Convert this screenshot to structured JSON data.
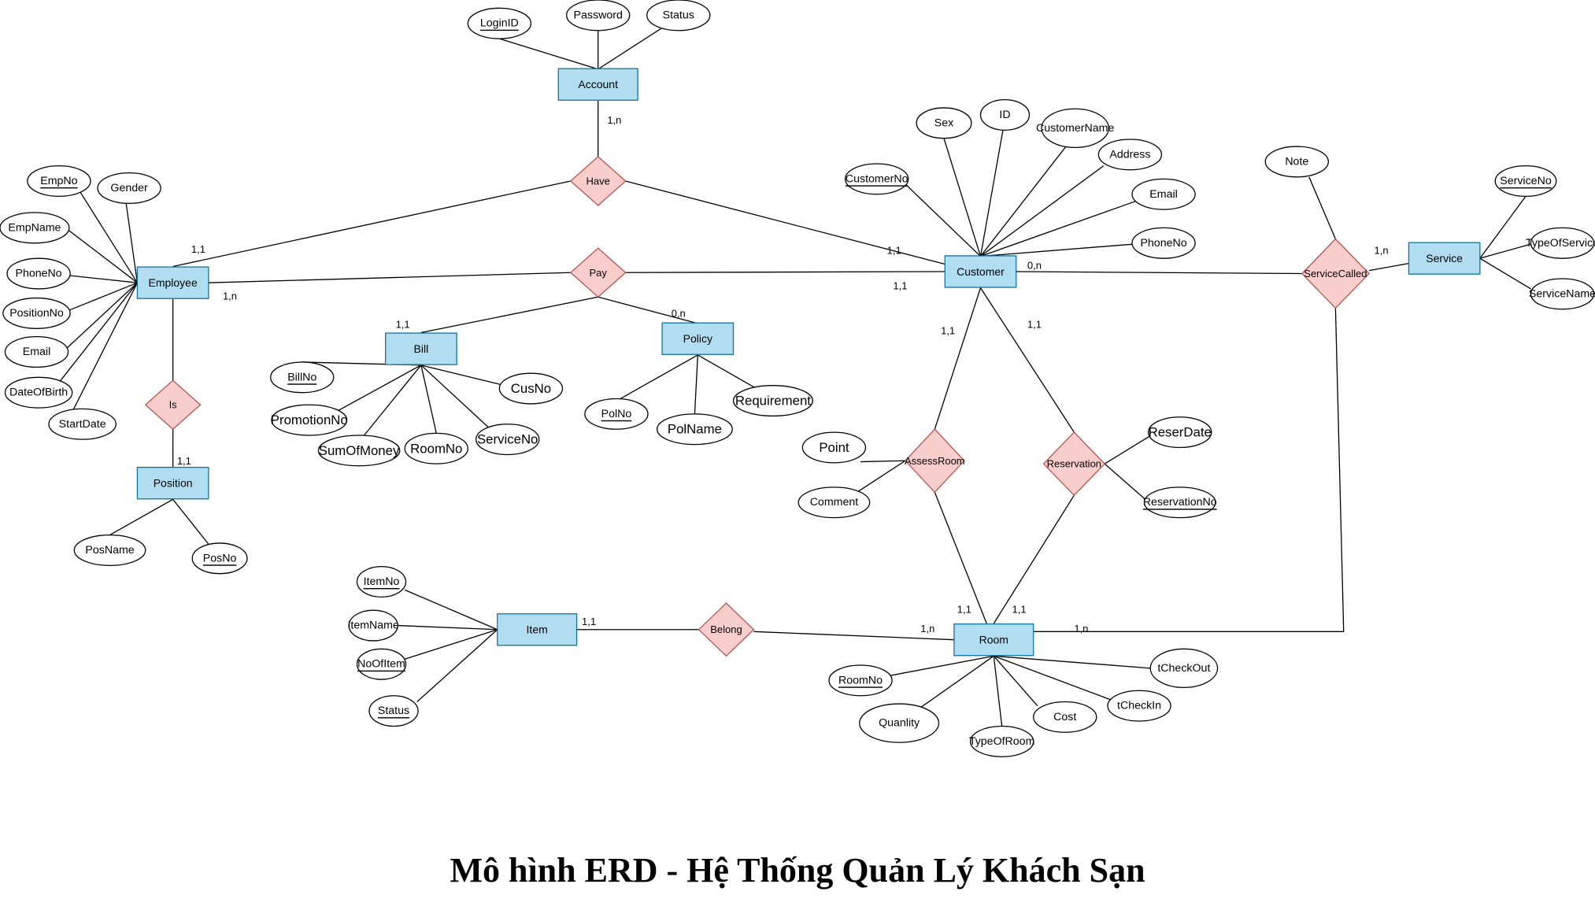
{
  "title": "Mô hình ERD - Hệ Thống Quản Lý Khách Sạn",
  "colors": {
    "entity_fill": "#b1ddf0",
    "entity_stroke": "#10739e",
    "relation_fill": "#f8cecc",
    "relation_stroke": "#b85450",
    "attribute_fill": "#ffffff",
    "line": "#000000"
  },
  "entities": [
    {
      "id": "account",
      "label": "Account"
    },
    {
      "id": "employee",
      "label": "Employee"
    },
    {
      "id": "customer",
      "label": "Customer"
    },
    {
      "id": "bill",
      "label": "Bill"
    },
    {
      "id": "policy",
      "label": "Policy"
    },
    {
      "id": "position",
      "label": "Position"
    },
    {
      "id": "service",
      "label": "Service"
    },
    {
      "id": "item",
      "label": "Item"
    },
    {
      "id": "room",
      "label": "Room"
    }
  ],
  "relationships": [
    {
      "id": "have",
      "label": "Have"
    },
    {
      "id": "pay",
      "label": "Pay"
    },
    {
      "id": "is",
      "label": "Is"
    },
    {
      "id": "servicecalled",
      "label": "ServiceCalled"
    },
    {
      "id": "assessroom",
      "label": "AssessRoom"
    },
    {
      "id": "reservation",
      "label": "Reservation"
    },
    {
      "id": "belong",
      "label": "Belong"
    }
  ],
  "attributes": [
    {
      "id": "loginid",
      "label": "LoginID",
      "key": true,
      "of": "account"
    },
    {
      "id": "password",
      "label": "Password",
      "key": false,
      "of": "account"
    },
    {
      "id": "acc_status",
      "label": "Status",
      "key": false,
      "of": "account"
    },
    {
      "id": "empno",
      "label": "EmpNo",
      "key": true,
      "of": "employee"
    },
    {
      "id": "gender",
      "label": "Gender",
      "key": false,
      "of": "employee"
    },
    {
      "id": "empname",
      "label": "EmpName",
      "key": false,
      "of": "employee"
    },
    {
      "id": "emp_phone",
      "label": "PhoneNo",
      "key": false,
      "of": "employee"
    },
    {
      "id": "positionno",
      "label": "PositionNo",
      "key": false,
      "of": "employee"
    },
    {
      "id": "emp_email",
      "label": "Email",
      "key": false,
      "of": "employee"
    },
    {
      "id": "dob",
      "label": "DateOfBirth",
      "key": false,
      "of": "employee"
    },
    {
      "id": "startdate",
      "label": "StartDate",
      "key": false,
      "of": "employee"
    },
    {
      "id": "posname",
      "label": "PosName",
      "key": false,
      "of": "position"
    },
    {
      "id": "posno",
      "label": "PosNo",
      "key": true,
      "of": "position"
    },
    {
      "id": "billno",
      "label": "BillNo",
      "key": true,
      "of": "bill"
    },
    {
      "id": "promotionno",
      "label": "PromotionNo",
      "key": false,
      "of": "bill"
    },
    {
      "id": "sumofmoney",
      "label": "SumOfMoney",
      "key": false,
      "of": "bill"
    },
    {
      "id": "bill_roomno",
      "label": "RoomNo",
      "key": false,
      "of": "bill"
    },
    {
      "id": "bill_serviceno",
      "label": "ServiceNo",
      "key": false,
      "of": "bill"
    },
    {
      "id": "cusno",
      "label": "CusNo",
      "key": false,
      "of": "bill"
    },
    {
      "id": "polno",
      "label": "PolNo",
      "key": true,
      "of": "policy"
    },
    {
      "id": "polname",
      "label": "PolName",
      "key": false,
      "of": "policy"
    },
    {
      "id": "requirement",
      "label": "Requirement",
      "key": false,
      "of": "policy"
    },
    {
      "id": "sex",
      "label": "Sex",
      "key": false,
      "of": "customer"
    },
    {
      "id": "cust_id",
      "label": "ID",
      "key": false,
      "of": "customer"
    },
    {
      "id": "customername",
      "label": "CustomerName",
      "key": false,
      "of": "customer"
    },
    {
      "id": "address",
      "label": "Address",
      "key": false,
      "of": "customer"
    },
    {
      "id": "cust_email",
      "label": "Email",
      "key": false,
      "of": "customer"
    },
    {
      "id": "cust_phone",
      "label": "PhoneNo",
      "key": false,
      "of": "customer"
    },
    {
      "id": "customerno",
      "label": "CustomerNo",
      "key": true,
      "of": "customer"
    },
    {
      "id": "note",
      "label": "Note",
      "key": false,
      "of": "servicecalled"
    },
    {
      "id": "serviceno",
      "label": "ServiceNo",
      "key": true,
      "of": "service"
    },
    {
      "id": "typeofservice",
      "label": "TypeOfService",
      "key": false,
      "of": "service"
    },
    {
      "id": "servicename",
      "label": "ServiceName",
      "key": false,
      "of": "service"
    },
    {
      "id": "point",
      "label": "Point",
      "key": false,
      "of": "assessroom"
    },
    {
      "id": "comment",
      "label": "Comment",
      "key": false,
      "of": "assessroom"
    },
    {
      "id": "reserdate",
      "label": "ReserDate",
      "key": false,
      "of": "reservation"
    },
    {
      "id": "reservationno",
      "label": "ReservationNo",
      "key": true,
      "of": "reservation"
    },
    {
      "id": "itemno",
      "label": "ItemNo",
      "key": true,
      "of": "item"
    },
    {
      "id": "itemname",
      "label": "ItemName",
      "key": false,
      "of": "item"
    },
    {
      "id": "noofitem",
      "label": "NoOfItem",
      "key": true,
      "of": "item"
    },
    {
      "id": "item_status",
      "label": "Status",
      "key": true,
      "of": "item"
    },
    {
      "id": "roomno",
      "label": "RoomNo",
      "key": true,
      "of": "room"
    },
    {
      "id": "quanlity",
      "label": "Quanlity",
      "key": false,
      "of": "room"
    },
    {
      "id": "typeofroom",
      "label": "TypeOfRoom",
      "key": false,
      "of": "room"
    },
    {
      "id": "cost",
      "label": "Cost",
      "key": false,
      "of": "room"
    },
    {
      "id": "tcheckin",
      "label": "tCheckIn",
      "key": false,
      "of": "room"
    },
    {
      "id": "tcheckout",
      "label": "tCheckOut",
      "key": false,
      "of": "room"
    }
  ],
  "cardinalities": [
    {
      "id": "c_acc_have",
      "text": "1,n"
    },
    {
      "id": "c_emp_have",
      "text": "1,1"
    },
    {
      "id": "c_cust_have",
      "text": "1,1"
    },
    {
      "id": "c_emp_pay",
      "text": "1,n"
    },
    {
      "id": "c_cust_pay",
      "text": "1,1"
    },
    {
      "id": "c_bill_pay",
      "text": "1,1"
    },
    {
      "id": "c_policy_pay",
      "text": "0,n"
    },
    {
      "id": "c_pos_is",
      "text": "1,1"
    },
    {
      "id": "c_cust_sc",
      "text": "0,n"
    },
    {
      "id": "c_service_sc",
      "text": "1,n"
    },
    {
      "id": "c_cust_assess",
      "text": "1,1"
    },
    {
      "id": "c_cust_res",
      "text": "1,1"
    },
    {
      "id": "c_room_assess",
      "text": "1,1"
    },
    {
      "id": "c_room_res",
      "text": "1,1"
    },
    {
      "id": "c_item_belong",
      "text": "1,1"
    },
    {
      "id": "c_room_belong",
      "text": "1,n"
    },
    {
      "id": "c_room_sc",
      "text": "1,n"
    }
  ]
}
